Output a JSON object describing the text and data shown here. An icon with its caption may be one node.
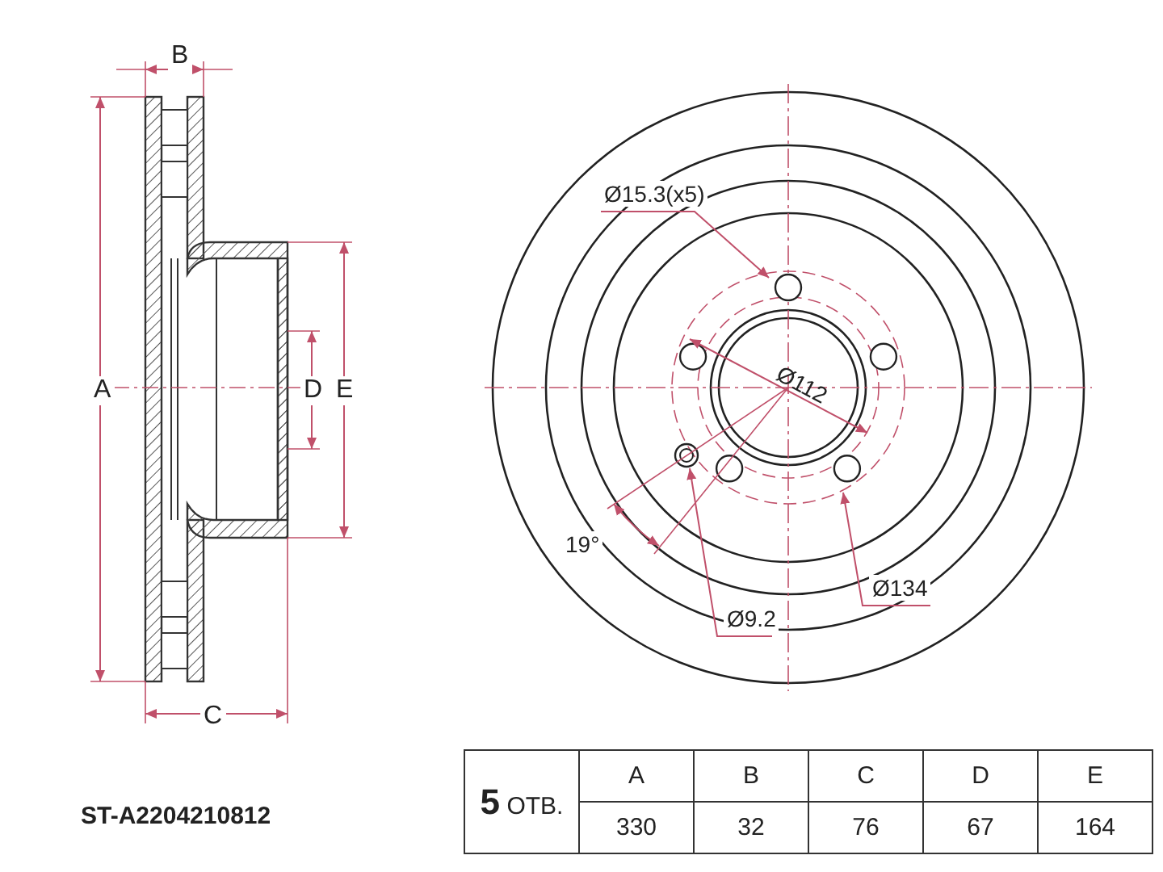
{
  "diagram": {
    "nodes": [
      {
        "text": [
          "Ø15.3(x5)"
        ]
      },
      {
        "text": [
          "Ø134"
        ]
      },
      {
        "text": [
          "Ø9.2"
        ]
      }
    ],
    "edges": [
      {
        "from": 0,
        "to": null,
        "arrow": "to"
      },
      {
        "from": 1,
        "to": null,
        "arrow": "to"
      },
      {
        "from": 2,
        "to": null,
        "arrow": "to"
      }
    ],
    "labels": [
      "B",
      "A",
      "D",
      "E",
      "C",
      "19°",
      "Ø112",
      "**5** ОТВ.",
      "A",
      "B",
      "C",
      "D",
      "E",
      "330",
      "32",
      "76",
      "67",
      "164",
      "ST-A2204210812"
    ]
  }
}
